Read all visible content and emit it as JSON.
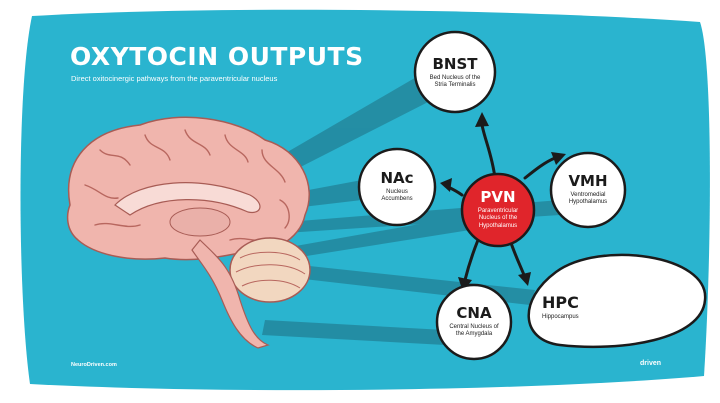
{
  "colors": {
    "background": "#2ab4cf",
    "pvn_fill": "#e0252b",
    "node_fill": "#ffffff",
    "arrow": "#1b1b1b"
  },
  "header": {
    "title": "OXYTOCIN OUTPUTS",
    "subtitle": "Direct oxitocinergic pathways from the paraventricular nucleus"
  },
  "nodes": {
    "pvn": {
      "abbr": "PVN",
      "full": "Paraventricular Nucleus of the Hypothalamus"
    },
    "bnst": {
      "abbr": "BNST",
      "full": "Bed Nucleus of the Stria Terminalis"
    },
    "nac": {
      "abbr": "NAc",
      "full": "Nucleus Accumbens"
    },
    "vmh": {
      "abbr": "VMH",
      "full": "Ventromedial Hypothalamus"
    },
    "cna": {
      "abbr": "CNA",
      "full": "Central Nucleus of the Amygdala"
    },
    "hpc": {
      "abbr": "HPC",
      "full": "Hippocampus"
    }
  },
  "footer": {
    "left": "NeuroDriven.com",
    "right": "driven"
  },
  "icons": [
    "brain-illustration"
  ]
}
